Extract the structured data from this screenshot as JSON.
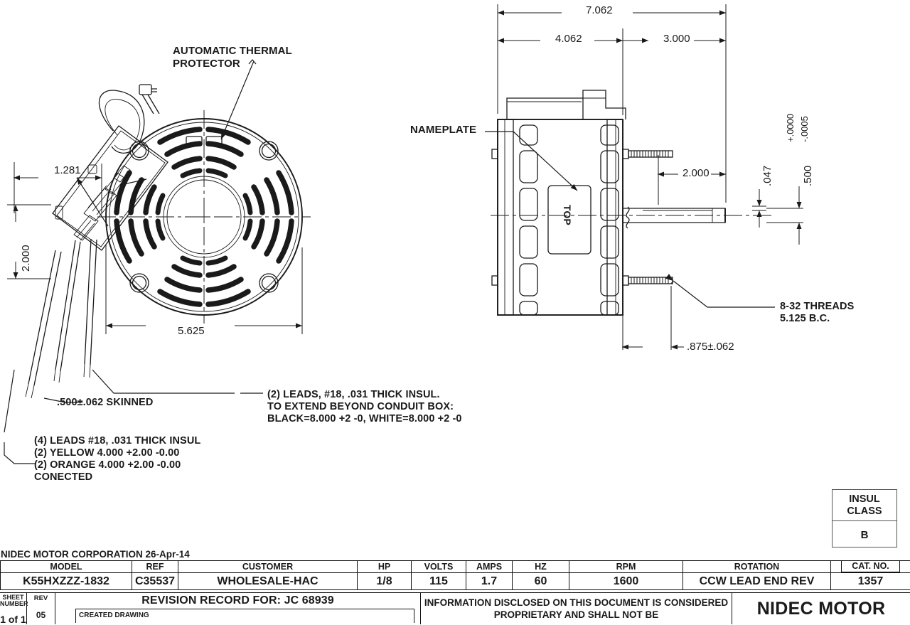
{
  "drawing": {
    "company_header": "NIDEC MOTOR CORPORATION 26-Apr-14",
    "labels": {
      "thermal_protector": "AUTOMATIC THERMAL\nPROTECTOR",
      "nameplate": "NAMEPLATE",
      "top_marking": "TOP"
    },
    "dimensions": {
      "end_view": {
        "offset_1281": "1.281",
        "box_height_2000": "2.000",
        "flange_5625": "5.625"
      },
      "side_view": {
        "overall_7062": "7.062",
        "body_4062": "4.062",
        "shaft_3000": "3.000",
        "shaft_len_2000": "2.000",
        "flat_047": ".047",
        "shaft_dia_500": ".500",
        "tol_plus": "+.0000",
        "tol_minus": "-.0005",
        "mount_875": ".875±.062"
      }
    },
    "notes": {
      "skinned": ".500±.062 SKINNED",
      "threads": "8-32 THREADS\n5.125 B.C.",
      "power_leads": "(2) LEADS, #18, .031 THICK INSUL.\nTO EXTEND BEYOND CONDUIT BOX:\nBLACK=8.000 +2 -0, WHITE=8.000 +2 -0",
      "aux_leads": "(4) LEADS #18, .031 THICK INSUL\n(2) YELLOW 4.000 +2.00 -0.00\n(2) ORANGE 4.000 +2.00 -0.00\nCONECTED"
    },
    "insul_class": {
      "header": "INSUL\nCLASS",
      "value": "B"
    }
  },
  "title_block": {
    "columns": [
      {
        "header": "MODEL",
        "value": "K55HXZZZ-1832"
      },
      {
        "header": "REF",
        "value": "C35537"
      },
      {
        "header": "CUSTOMER",
        "value": "WHOLESALE-HAC"
      },
      {
        "header": "HP",
        "value": "1/8"
      },
      {
        "header": "VOLTS",
        "value": "115"
      },
      {
        "header": "AMPS",
        "value": "1.7"
      },
      {
        "header": "HZ",
        "value": "60"
      },
      {
        "header": "RPM",
        "value": "1600"
      },
      {
        "header": "ROTATION",
        "value": "CCW LEAD END REV"
      },
      {
        "header": "CAT. NO.",
        "value": "1357"
      }
    ],
    "bottom": {
      "sheet_label": "SHEET\nNUMBER",
      "sheet_value": "1 of 1",
      "rev_label": "REV",
      "rev_value": "05",
      "revision_title": "REVISION RECORD FOR: JC 68939",
      "revision_entry": "CREATED DRAWING",
      "proprietary": "INFORMATION DISCLOSED ON THIS DOCUMENT\nIS CONSIDERED PROPRIETARY AND SHALL NOT BE",
      "logo": "NIDEC MOTOR"
    }
  }
}
